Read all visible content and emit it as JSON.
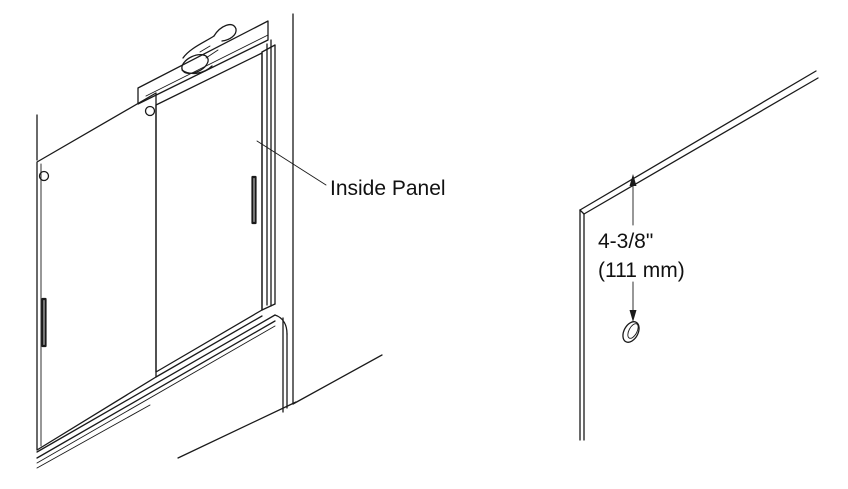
{
  "labels": {
    "inside_panel": "Inside Panel",
    "dimension_imperial": "4-3/8\"",
    "dimension_metric": "(111 mm)"
  },
  "colors": {
    "line": "#1a1a1a",
    "background": "#ffffff"
  }
}
